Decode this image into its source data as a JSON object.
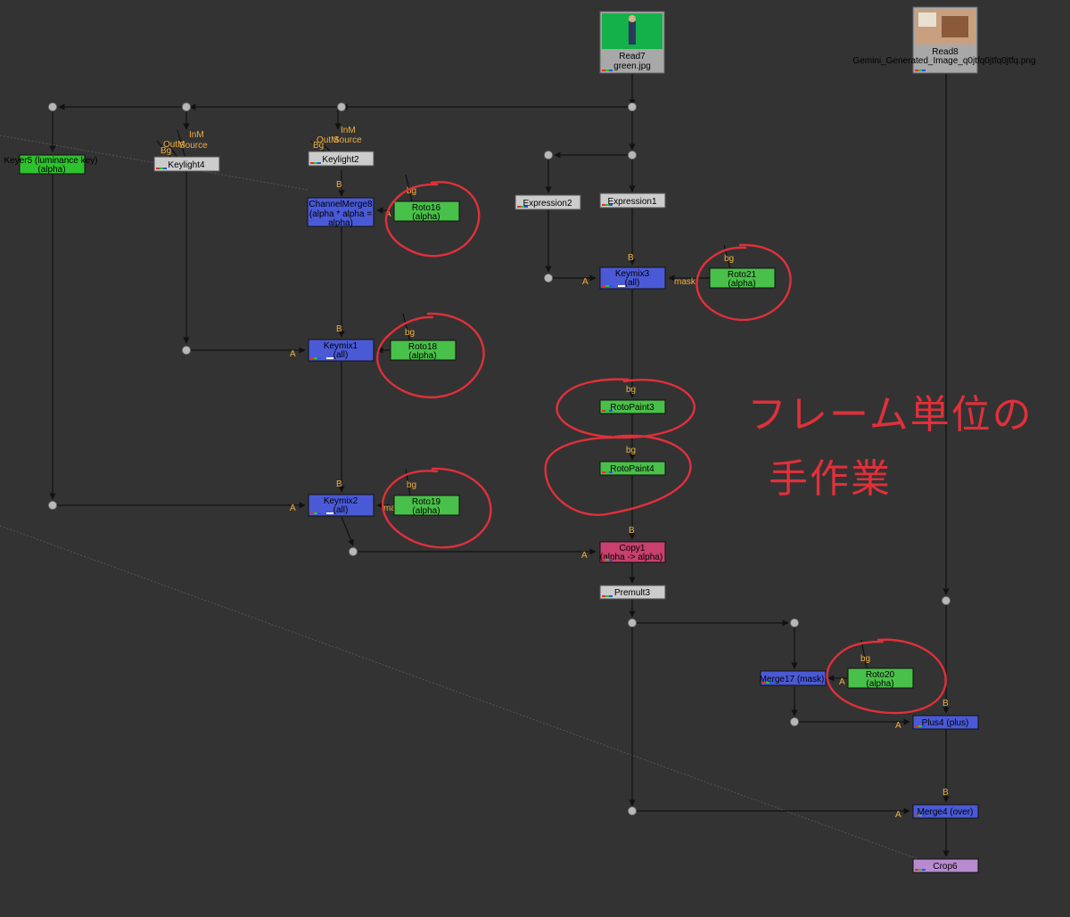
{
  "colors": {
    "background": "#333333",
    "wire": "#111111",
    "dot": "#b8b8b8",
    "port": "#f0b040",
    "annotation": "#e0303a",
    "read": "#a8a8a8",
    "keyer": "#2ec22e",
    "grey": "#cccccc",
    "blue": "#4a5ad6",
    "roto": "#49c049",
    "copy": "#c8406e",
    "crop": "#b88ad0"
  },
  "nodes": {
    "read7": {
      "title": "Read7",
      "subtitle": "green.jpg"
    },
    "read8": {
      "title": "Read8",
      "subtitle": "Gemini_Generated_Image_q0jtfq0jtfq0jtfq.png"
    },
    "keyer5": {
      "title": "Keyer5 (luminance key)",
      "subtitle": "(alpha)"
    },
    "keylight4": {
      "title": "Keylight4"
    },
    "keylight2": {
      "title": "Keylight2"
    },
    "channelmerge8": {
      "line1": "ChannelMerge8",
      "line2": "(alpha * alpha =",
      "line3": "alpha)"
    },
    "roto16": {
      "title": "Roto16",
      "subtitle": "(alpha)"
    },
    "expression2": {
      "title": "Expression2"
    },
    "expression1": {
      "title": "Expression1"
    },
    "keymix3": {
      "title": "Keymix3",
      "subtitle": "(all)"
    },
    "roto21": {
      "title": "Roto21",
      "subtitle": "(alpha)"
    },
    "keymix1": {
      "title": "Keymix1",
      "subtitle": "(all)"
    },
    "roto18": {
      "title": "Roto18",
      "subtitle": "(alpha)"
    },
    "rotopaint3": {
      "title": "RotoPaint3"
    },
    "rotopaint4": {
      "title": "RotoPaint4"
    },
    "keymix2": {
      "title": "Keymix2",
      "subtitle": "(all)"
    },
    "roto19": {
      "title": "Roto19",
      "subtitle": "(alpha)"
    },
    "copy1": {
      "title": "Copy1",
      "subtitle": "(alpha -> alpha)"
    },
    "premult3": {
      "title": "Premult3"
    },
    "merge17": {
      "title": "Merge17 (mask)"
    },
    "roto20": {
      "title": "Roto20",
      "subtitle": "(alpha)"
    },
    "plus4": {
      "title": "Plus4 (plus)"
    },
    "merge4": {
      "title": "Merge4 (over)"
    },
    "crop6": {
      "title": "Crop6"
    }
  },
  "ports": {
    "b": "B",
    "a": "A",
    "bg": "bg",
    "bg_upper": "Bg",
    "mask": "mask",
    "inm": "InM",
    "outm": "OutM",
    "source": "Source"
  },
  "annotation": {
    "line1": "フレーム単位の",
    "line2": "手作業"
  }
}
